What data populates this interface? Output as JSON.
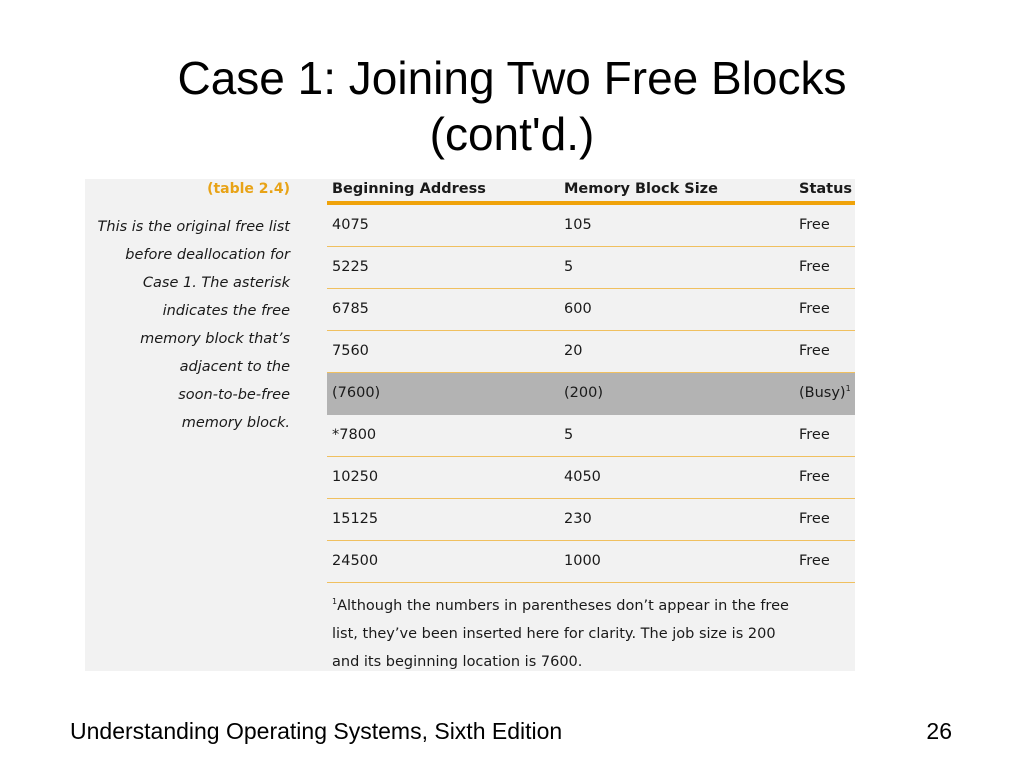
{
  "slide": {
    "title_line1": "Case 1: Joining Two Free Blocks",
    "title_line2": "(cont'd.)"
  },
  "figure": {
    "label": "(table 2.4)",
    "caption_lines": [
      "This is the original free list",
      "before deallocation for",
      "Case 1. The asterisk",
      "indicates the free",
      "memory block that’s",
      "adjacent to the",
      "soon-to-be-free",
      "memory block."
    ],
    "columns": [
      "Beginning Address",
      "Memory Block Size",
      "Status"
    ],
    "rows": [
      {
        "address": "4075",
        "size": "105",
        "status": "Free"
      },
      {
        "address": "5225",
        "size": "5",
        "status": "Free"
      },
      {
        "address": "6785",
        "size": "600",
        "status": "Free"
      },
      {
        "address": "7560",
        "size": "20",
        "status": "Free"
      },
      {
        "address": "(7600)",
        "size": "(200)",
        "status": "(Busy)",
        "marker": "1"
      },
      {
        "address": "*7800",
        "size": "5",
        "status": "Free"
      },
      {
        "address": "10250",
        "size": "4050",
        "status": "Free"
      },
      {
        "address": "15125",
        "size": "230",
        "status": "Free"
      },
      {
        "address": "24500",
        "size": "1000",
        "status": "Free"
      }
    ],
    "footnote_marker": "1",
    "footnote_lines": [
      "Although the numbers in parentheses don’t appear in the free",
      "list, they’ve been inserted here for clarity. The job size is 200",
      "and its beginning location is 7600."
    ],
    "colors": {
      "accent": "#f0a30a",
      "label": "#e8a317",
      "busy_row": "#b3b3b3",
      "panel": "#f2f2f2"
    }
  },
  "footer": {
    "book_title": "Understanding Operating Systems, Sixth Edition",
    "page_number": "26"
  }
}
